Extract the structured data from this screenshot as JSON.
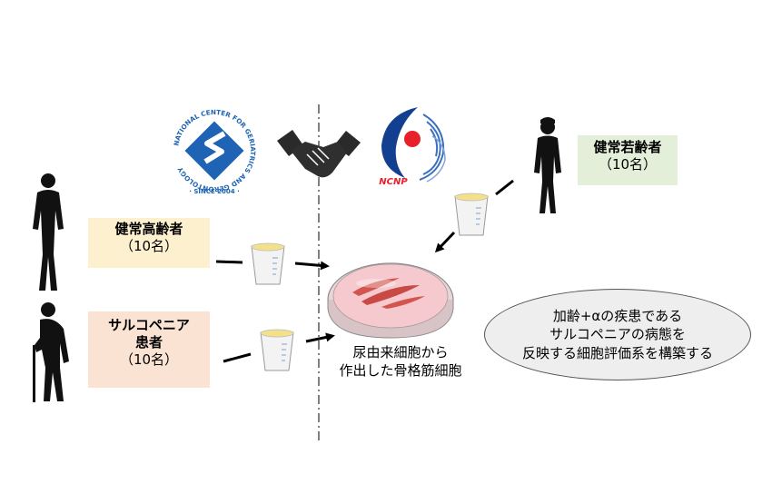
{
  "groups": {
    "elderly": {
      "title": "健常高齢者",
      "count": "（10名）"
    },
    "sarcopenia": {
      "title_line1": "サルコペニア",
      "title_line2": "患者",
      "count": "（10名）"
    },
    "young": {
      "title": "健常若齢者",
      "count": "（10名）"
    }
  },
  "cells": {
    "caption_line1": "尿由来細胞から",
    "caption_line2": "作出した骨格筋細胞"
  },
  "goal": {
    "line1": "加齢+αの疾患である",
    "line2": "サルコペニアの病態を",
    "line3": "反映する細胞評価系を構築する"
  },
  "logos": {
    "ncgg_ring_text": "NATIONAL CENTER FOR GERIATRICS AND GERONTOLOGY",
    "ncgg_since": "· SINCE 2004 ·",
    "ncnp_text": "NCNP"
  },
  "colors": {
    "elderly_box": "#fdf0cf",
    "sarcopenia_box": "#fbe3d4",
    "young_box": "#e3efd9",
    "ncgg_blue": "#1e63b4",
    "ncnp_red": "#e8202a"
  }
}
